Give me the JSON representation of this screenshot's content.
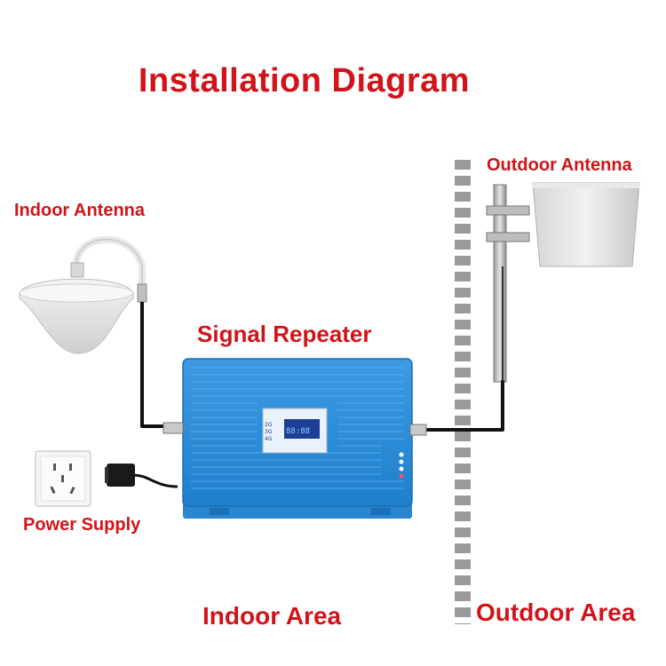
{
  "title": "Installation Diagram",
  "labels": {
    "indoor_antenna": "Indoor Antenna",
    "outdoor_antenna": "Outdoor Antenna",
    "signal_repeater": "Signal Repeater",
    "power_supply": "Power Supply",
    "indoor_area": "Indoor Area",
    "outdoor_area": "Outdoor Area"
  },
  "repeater_screen": {
    "lines": [
      "2G",
      "3G",
      "4G"
    ],
    "readout": "88:88"
  },
  "colors": {
    "label": "#d0141a",
    "repeater_body": "#2f8fd8",
    "cable": "#111111",
    "wall": "#9a9a9a"
  }
}
